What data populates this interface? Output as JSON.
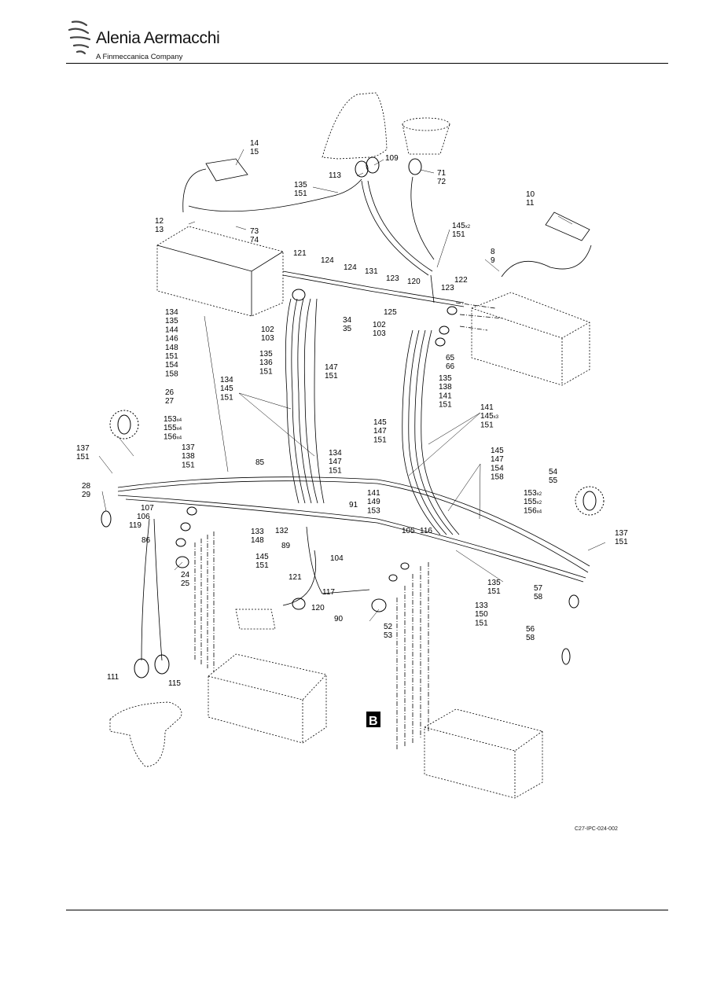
{
  "header": {
    "brand": "Alenia Aermacchi",
    "tagline": "A Finmeccanica Company"
  },
  "figure": {
    "view_label": "B",
    "id": "C27-IPC-024-002"
  },
  "callouts": {
    "c14_15": [
      "14",
      "15"
    ],
    "c12_13": [
      "12",
      "13"
    ],
    "c73_74": [
      "73",
      "74"
    ],
    "c135_151a": [
      "135",
      "151"
    ],
    "c113": [
      "113"
    ],
    "c109": [
      "109"
    ],
    "c71_72": [
      "71",
      "72"
    ],
    "c10_11": [
      "10",
      "11"
    ],
    "c145x2_151": [
      {
        "t": "145",
        "s": "x2"
      },
      {
        "t": "151"
      }
    ],
    "c8_9": [
      "8",
      "9"
    ],
    "c121a": [
      "121"
    ],
    "c124a": [
      "124"
    ],
    "c124b": [
      "124"
    ],
    "c131": [
      "131"
    ],
    "c123a": [
      "123"
    ],
    "c120a": [
      "120"
    ],
    "c122": [
      "122"
    ],
    "c123b": [
      "123"
    ],
    "c125": [
      "125"
    ],
    "c102_103a": [
      "102",
      "103"
    ],
    "c34_35": [
      "34",
      "35"
    ],
    "c102_103b": [
      "102",
      "103"
    ],
    "c65_66": [
      "65",
      "66"
    ],
    "c134_list": [
      "134",
      "135",
      "144",
      "146",
      "148",
      "151",
      "154",
      "158"
    ],
    "c135_136_151": [
      "135",
      "136",
      "151"
    ],
    "c147_151": [
      "147",
      "151"
    ],
    "c135_138_141_151": [
      "135",
      "138",
      "141",
      "151"
    ],
    "c26_27": [
      "26",
      "27"
    ],
    "c134_145_151": [
      "134",
      "145",
      "151"
    ],
    "c153_155_156a": [
      {
        "t": "153",
        "s": "x4"
      },
      {
        "t": "155",
        "s": "x4"
      },
      {
        "t": "156",
        "s": "x4"
      }
    ],
    "c141_145x3_151": [
      {
        "t": "141"
      },
      {
        "t": "145",
        "s": "x3"
      },
      {
        "t": "151"
      }
    ],
    "c145_147_151": [
      "145",
      "147",
      "151"
    ],
    "c137_151a": [
      "137",
      "151"
    ],
    "c137_138_151": [
      "137",
      "138",
      "151"
    ],
    "c134_147_151": [
      "134",
      "147",
      "151"
    ],
    "c85": [
      "85"
    ],
    "c28_29": [
      "28",
      "29"
    ],
    "c141_149_153": [
      "141",
      "149",
      "153"
    ],
    "c145_147_154_158": [
      "145",
      "147",
      "154",
      "158"
    ],
    "c54_55": [
      "54",
      "55"
    ],
    "c91": [
      "91"
    ],
    "c107": [
      "107"
    ],
    "c106": [
      "106"
    ],
    "c119": [
      "119"
    ],
    "c153_155_156b": [
      {
        "t": "153",
        "s": "x2"
      },
      {
        "t": "155",
        "s": "x2"
      },
      {
        "t": "156",
        "s": "x4"
      }
    ],
    "c133_148": [
      "133",
      "148"
    ],
    "c132": [
      "132"
    ],
    "c86": [
      "86"
    ],
    "c89": [
      "89"
    ],
    "c105": [
      "105"
    ],
    "c116": [
      "116"
    ],
    "c137_151b": [
      "137",
      "151"
    ],
    "c145_151b": [
      "145",
      "151"
    ],
    "c104": [
      "104"
    ],
    "c24_25": [
      "24",
      "25"
    ],
    "c121b": [
      "121"
    ],
    "c135_151c": [
      "135",
      "151"
    ],
    "c57_58": [
      "57",
      "58"
    ],
    "c117": [
      "117"
    ],
    "c133_150_151": [
      "133",
      "150",
      "151"
    ],
    "c120b": [
      "120"
    ],
    "c90": [
      "90"
    ],
    "c52_53": [
      "52",
      "53"
    ],
    "c56_58": [
      "56",
      "58"
    ],
    "c111": [
      "111"
    ],
    "c115": [
      "115"
    ]
  }
}
